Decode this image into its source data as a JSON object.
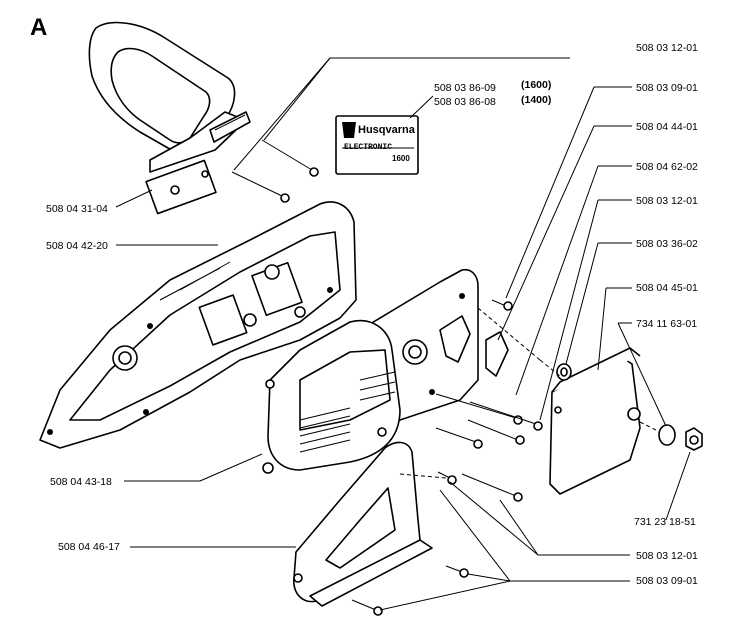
{
  "section_letter": "A",
  "logo": {
    "brand": "Husqvarna",
    "line1": "ELECTRONIC",
    "line2": "1600"
  },
  "labels": {
    "p_508_03_12_01_top": "508 03 12-01",
    "p_508_03_86_09": "508 03 86-09",
    "p_508_03_86_08": "508 03 86-08",
    "v_1600": "(1600)",
    "v_1400": "(1400)",
    "p_508_03_09_01_top": "508 03 09-01",
    "p_508_04_44_01": "508 04 44-01",
    "p_508_04_62_02": "508 04 62-02",
    "p_508_03_12_01_mid": "508 03 12-01",
    "p_508_03_36_02": "508 03 36-02",
    "p_508_04_45_01": "508 04 45-01",
    "p_734_11_63_01": "734 11 63-01",
    "p_508_04_31_04": "508 04 31-04",
    "p_508_04_42_20": "508 04 42-20",
    "p_508_04_43_18": "508 04 43-18",
    "p_731_23_18_51": "731 23 18-51",
    "p_508_04_46_17": "508 04 46-17",
    "p_508_03_12_01_bot": "508 03 12-01",
    "p_508_03_09_01_bot": "508 03 09-01"
  }
}
